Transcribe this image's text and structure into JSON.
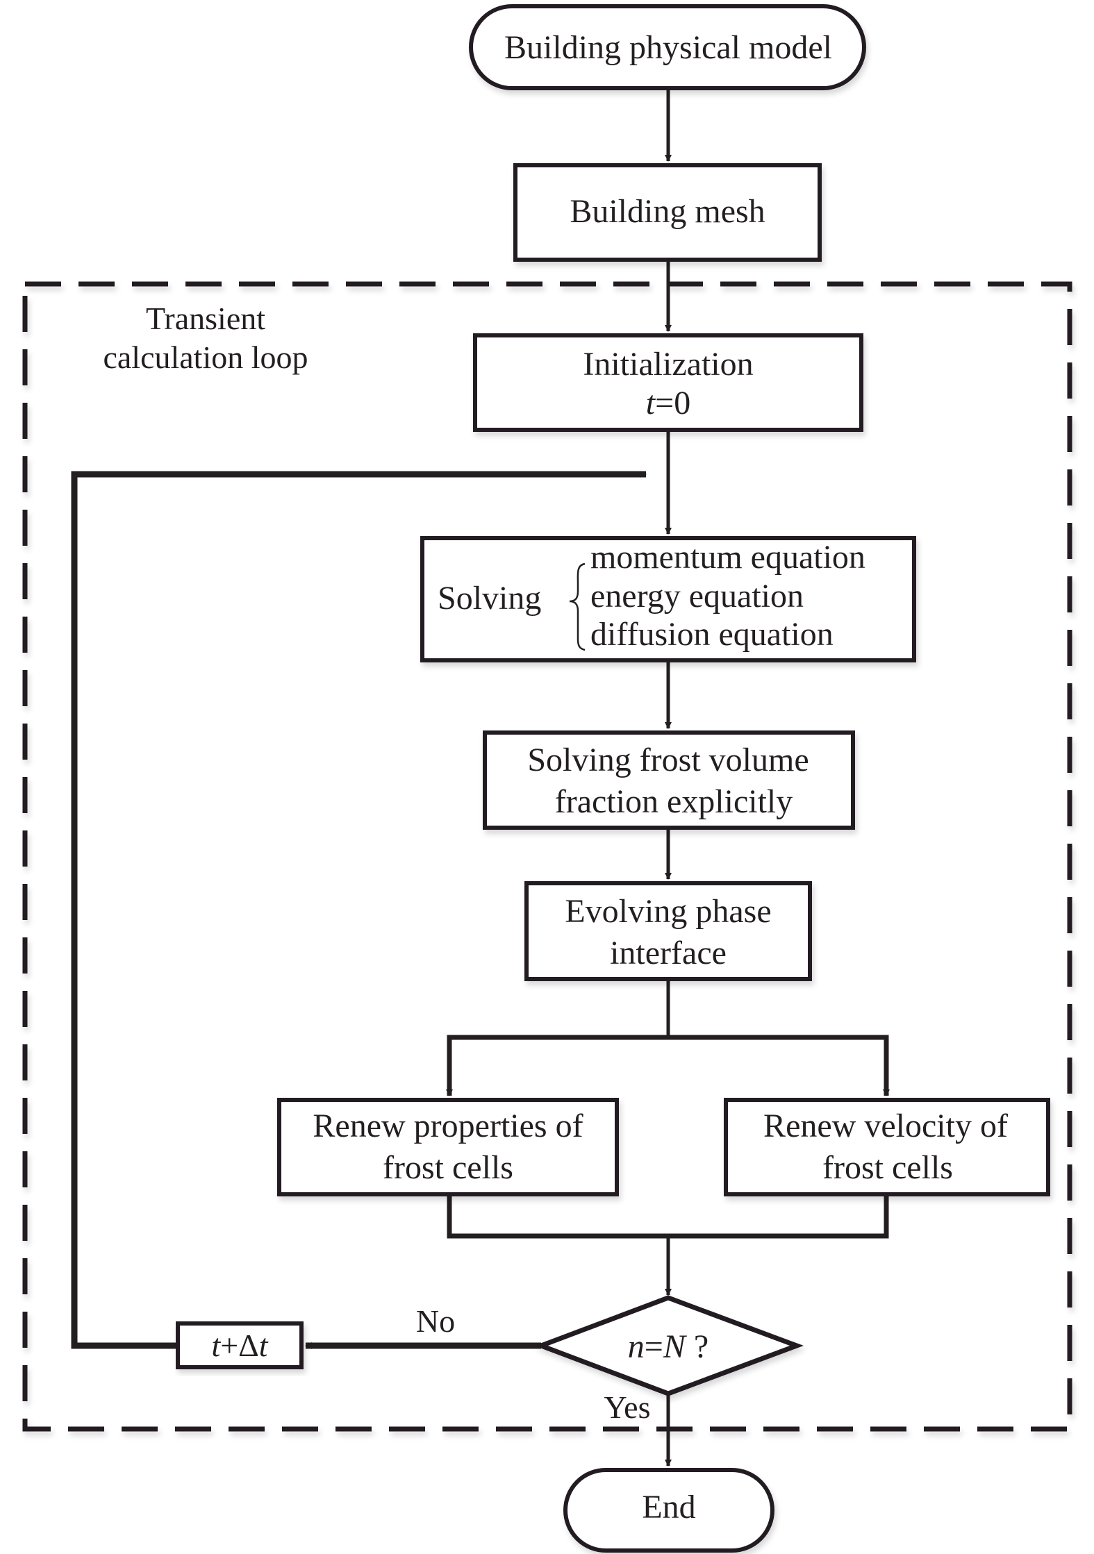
{
  "diagram": {
    "type": "flowchart",
    "colors": {
      "stroke": "#231f20",
      "background": "#ffffff"
    },
    "start": {
      "label": "Building physical model"
    },
    "mesh": {
      "label": "Building mesh"
    },
    "loop_region": {
      "label_line1": "Transient",
      "label_line2": "calculation loop"
    },
    "init": {
      "line1": "Initialization",
      "line2_var": "t",
      "line2_rest": "=0"
    },
    "solving": {
      "label": "Solving",
      "equations": [
        "momentum equation",
        "energy equation",
        "diffusion equation"
      ]
    },
    "frost_volume": {
      "line1": "Solving frost volume",
      "line2": "fraction explicitly"
    },
    "evolving": {
      "line1": "Evolving phase",
      "line2": "interface"
    },
    "renew_properties": {
      "line1": "Renew properties of",
      "line2": "frost cells"
    },
    "renew_velocity": {
      "line1": "Renew velocity of",
      "line2": "frost cells"
    },
    "decision": {
      "var_n": "n",
      "eq": "=",
      "var_N": "N",
      "q": " ?"
    },
    "increment": {
      "var_t": "t",
      "plus": "+Δ",
      "var_t2": "t"
    },
    "branch_no": "No",
    "branch_yes": "Yes",
    "end": {
      "label": "End"
    }
  }
}
